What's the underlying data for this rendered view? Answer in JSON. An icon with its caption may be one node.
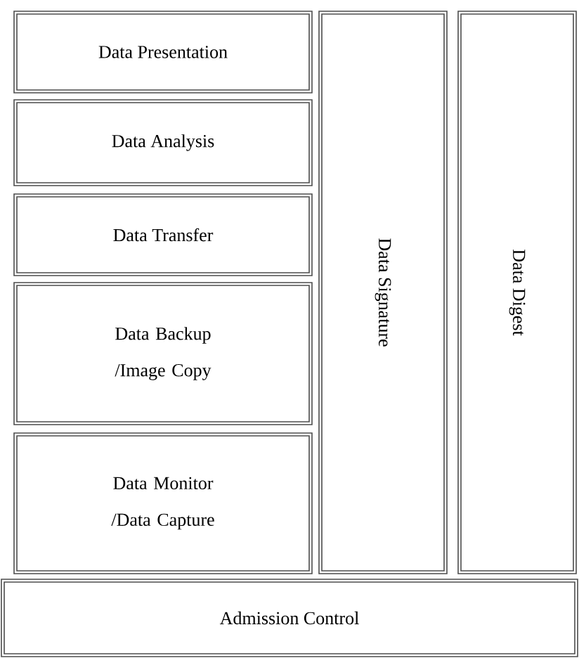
{
  "diagram": {
    "nodes": [
      {
        "text": [
          "Data Presentation"
        ]
      },
      {
        "text": [
          "Data Analysis"
        ]
      },
      {
        "text": [
          "Data Transfer"
        ]
      },
      {
        "text": [
          "Data Backup /Image Copy"
        ]
      },
      {
        "text": [
          "Data Monitor /Data Capture"
        ]
      },
      {
        "text": [
          "Data Signature"
        ]
      },
      {
        "text": [
          "Data Digest"
        ]
      },
      {
        "text": [
          "Admission Control"
        ]
      }
    ]
  }
}
